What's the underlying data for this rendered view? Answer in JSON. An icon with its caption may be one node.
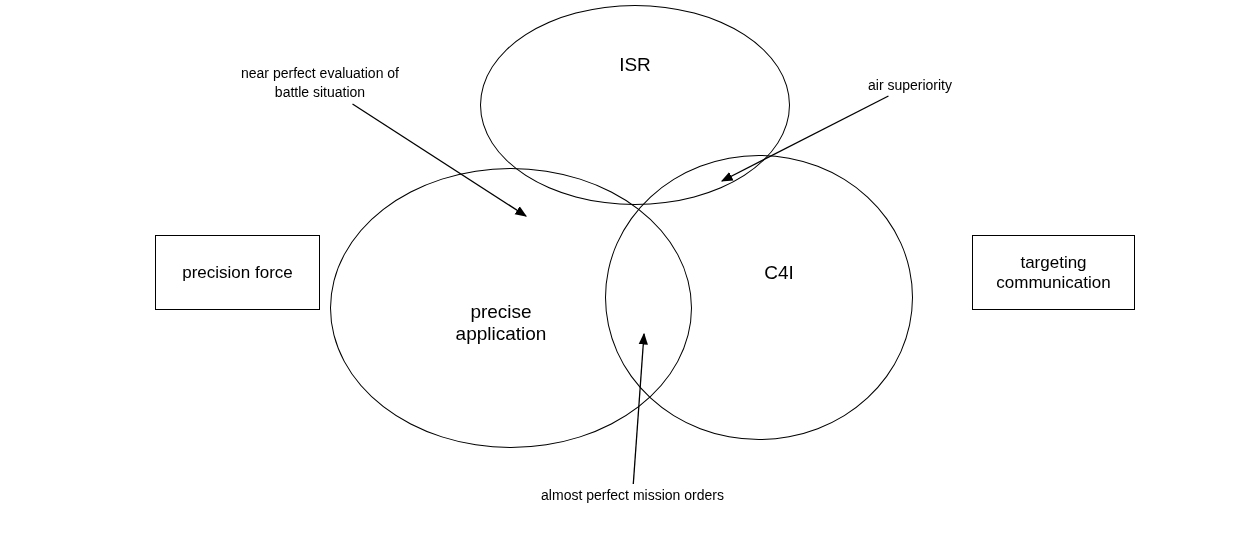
{
  "diagram": {
    "nodes": [
      {
        "text": [
          "near perfect evaluation of battle situation"
        ]
      },
      {
        "text": [
          "ISR"
        ]
      },
      {
        "text": [
          "air superiority"
        ]
      },
      {
        "text": [
          "precision force"
        ]
      },
      {
        "text": [
          "precise application"
        ]
      },
      {
        "text": [
          "C4I"
        ]
      },
      {
        "text": [
          "targeting communication"
        ]
      },
      {
        "text": [
          "almost perfect mission orders"
        ]
      }
    ],
    "edges": [
      {
        "from": 0,
        "to": 1,
        "arrow": "to"
      },
      {
        "from": 2,
        "to": 1,
        "arrow": "to"
      },
      {
        "from": 7,
        "to": 5,
        "arrow": "to"
      }
    ]
  }
}
